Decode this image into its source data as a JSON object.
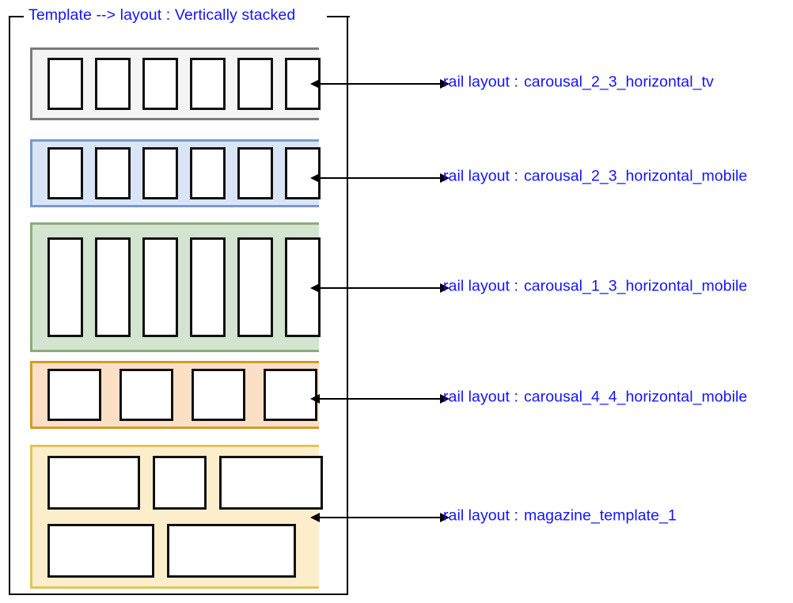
{
  "template": {
    "legend": "Template --> layout : Vertically stacked",
    "accent_color": "#1414ff",
    "frame_color": "#000000"
  },
  "rails": [
    {
      "id": "rail-1",
      "label_prefix": "rail layout :",
      "layout_name": "carousal_2_3_horizontal_tv",
      "fill_color": "#f4f4f4",
      "border_color": "#7b7b7b",
      "card_count": 6,
      "card_shape": "portrait_2_3"
    },
    {
      "id": "rail-2",
      "label_prefix": "rail layout :",
      "layout_name": "carousal_2_3_horizontal_mobile",
      "fill_color": "#d9e5f7",
      "border_color": "#7b9ac4",
      "card_count": 6,
      "card_shape": "portrait_2_3"
    },
    {
      "id": "rail-3",
      "label_prefix": "rail layout :",
      "layout_name": "carousal_1_3_horizontal_mobile",
      "fill_color": "#d3e4d0",
      "border_color": "#8aad77",
      "card_count": 6,
      "card_shape": "portrait_1_3"
    },
    {
      "id": "rail-4",
      "label_prefix": "rail layout :",
      "layout_name": "carousal_4_4_horizontal_mobile",
      "fill_color": "#fbe0c6",
      "border_color": "#d79a25",
      "card_count": 4,
      "card_shape": "square_4_4"
    },
    {
      "id": "rail-5",
      "label_prefix": "rail layout :",
      "layout_name": "magazine_template_1",
      "fill_color": "#fdeecb",
      "border_color": "#e0c55c",
      "card_count": 5,
      "card_shape": "magazine_mixed",
      "magazine_rows": [
        [
          117,
          68,
          131
        ],
        [
          135,
          163
        ]
      ]
    }
  ]
}
